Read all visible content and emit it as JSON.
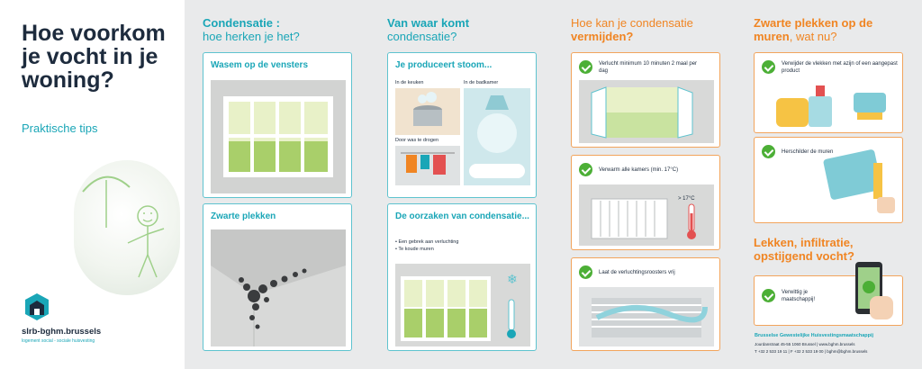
{
  "left": {
    "title": "Hoe voorkom je vocht in je woning?",
    "subtitle": "Praktische tips",
    "logo_name": "slrb-bghm.brussels",
    "logo_tagline": "logement social - sociale huisvesting"
  },
  "col1": {
    "head_bold": "Condensatie :",
    "head_normal": "hoe herken je het?",
    "card1_title": "Wasem op de vensters",
    "card2_title": "Zwarte plekken"
  },
  "col2": {
    "head_bold": "Van waar komt",
    "head_normal": "condensatie?",
    "card1_title": "Je produceert stoom...",
    "label_kitchen": "In de keuken",
    "label_bathroom": "In de badkamer",
    "label_drying": "Door was te drogen",
    "card2_title": "De oorzaken van condensatie...",
    "cause1": "• Een gebrek aan verluchting",
    "cause2": "• Te koude muren"
  },
  "col3": {
    "head_normal": "Hoe kan je condensatie",
    "head_bold": "vermijden?",
    "tip1": "Verlucht minimum 10 minuten 2 maal per dag",
    "tip2": "Verwarm alle kamers (min. 17°C)",
    "tip2_temp": "> 17°C",
    "tip3": "Laat de verluchtingsroosters vrij"
  },
  "col4": {
    "head_bold": "Zwarte plekken op de muren",
    "head_normal": ", wat nu?",
    "tip1": "Verwijder de vlekken met azijn of een aangepast product",
    "tip2": "Herschilder de muren",
    "head2": "Lekken, infiltratie, opstijgend vocht?",
    "tip3": "Verwittig je maatschappij!"
  },
  "footer": {
    "org": "Brusselse Gewestelijke Huisvestingsmaatschappij",
    "address": "Jourdanstraat 45-55 1060 Brussel | www.bghm.brussels",
    "contact": "T +32 2 533 19 11 | F +32 2 533 19 00 | bghm@bghm.brussels"
  },
  "colors": {
    "teal": "#1aa6b7",
    "orange": "#f08523",
    "dark": "#1d2b3d",
    "green": "#4caf36"
  }
}
